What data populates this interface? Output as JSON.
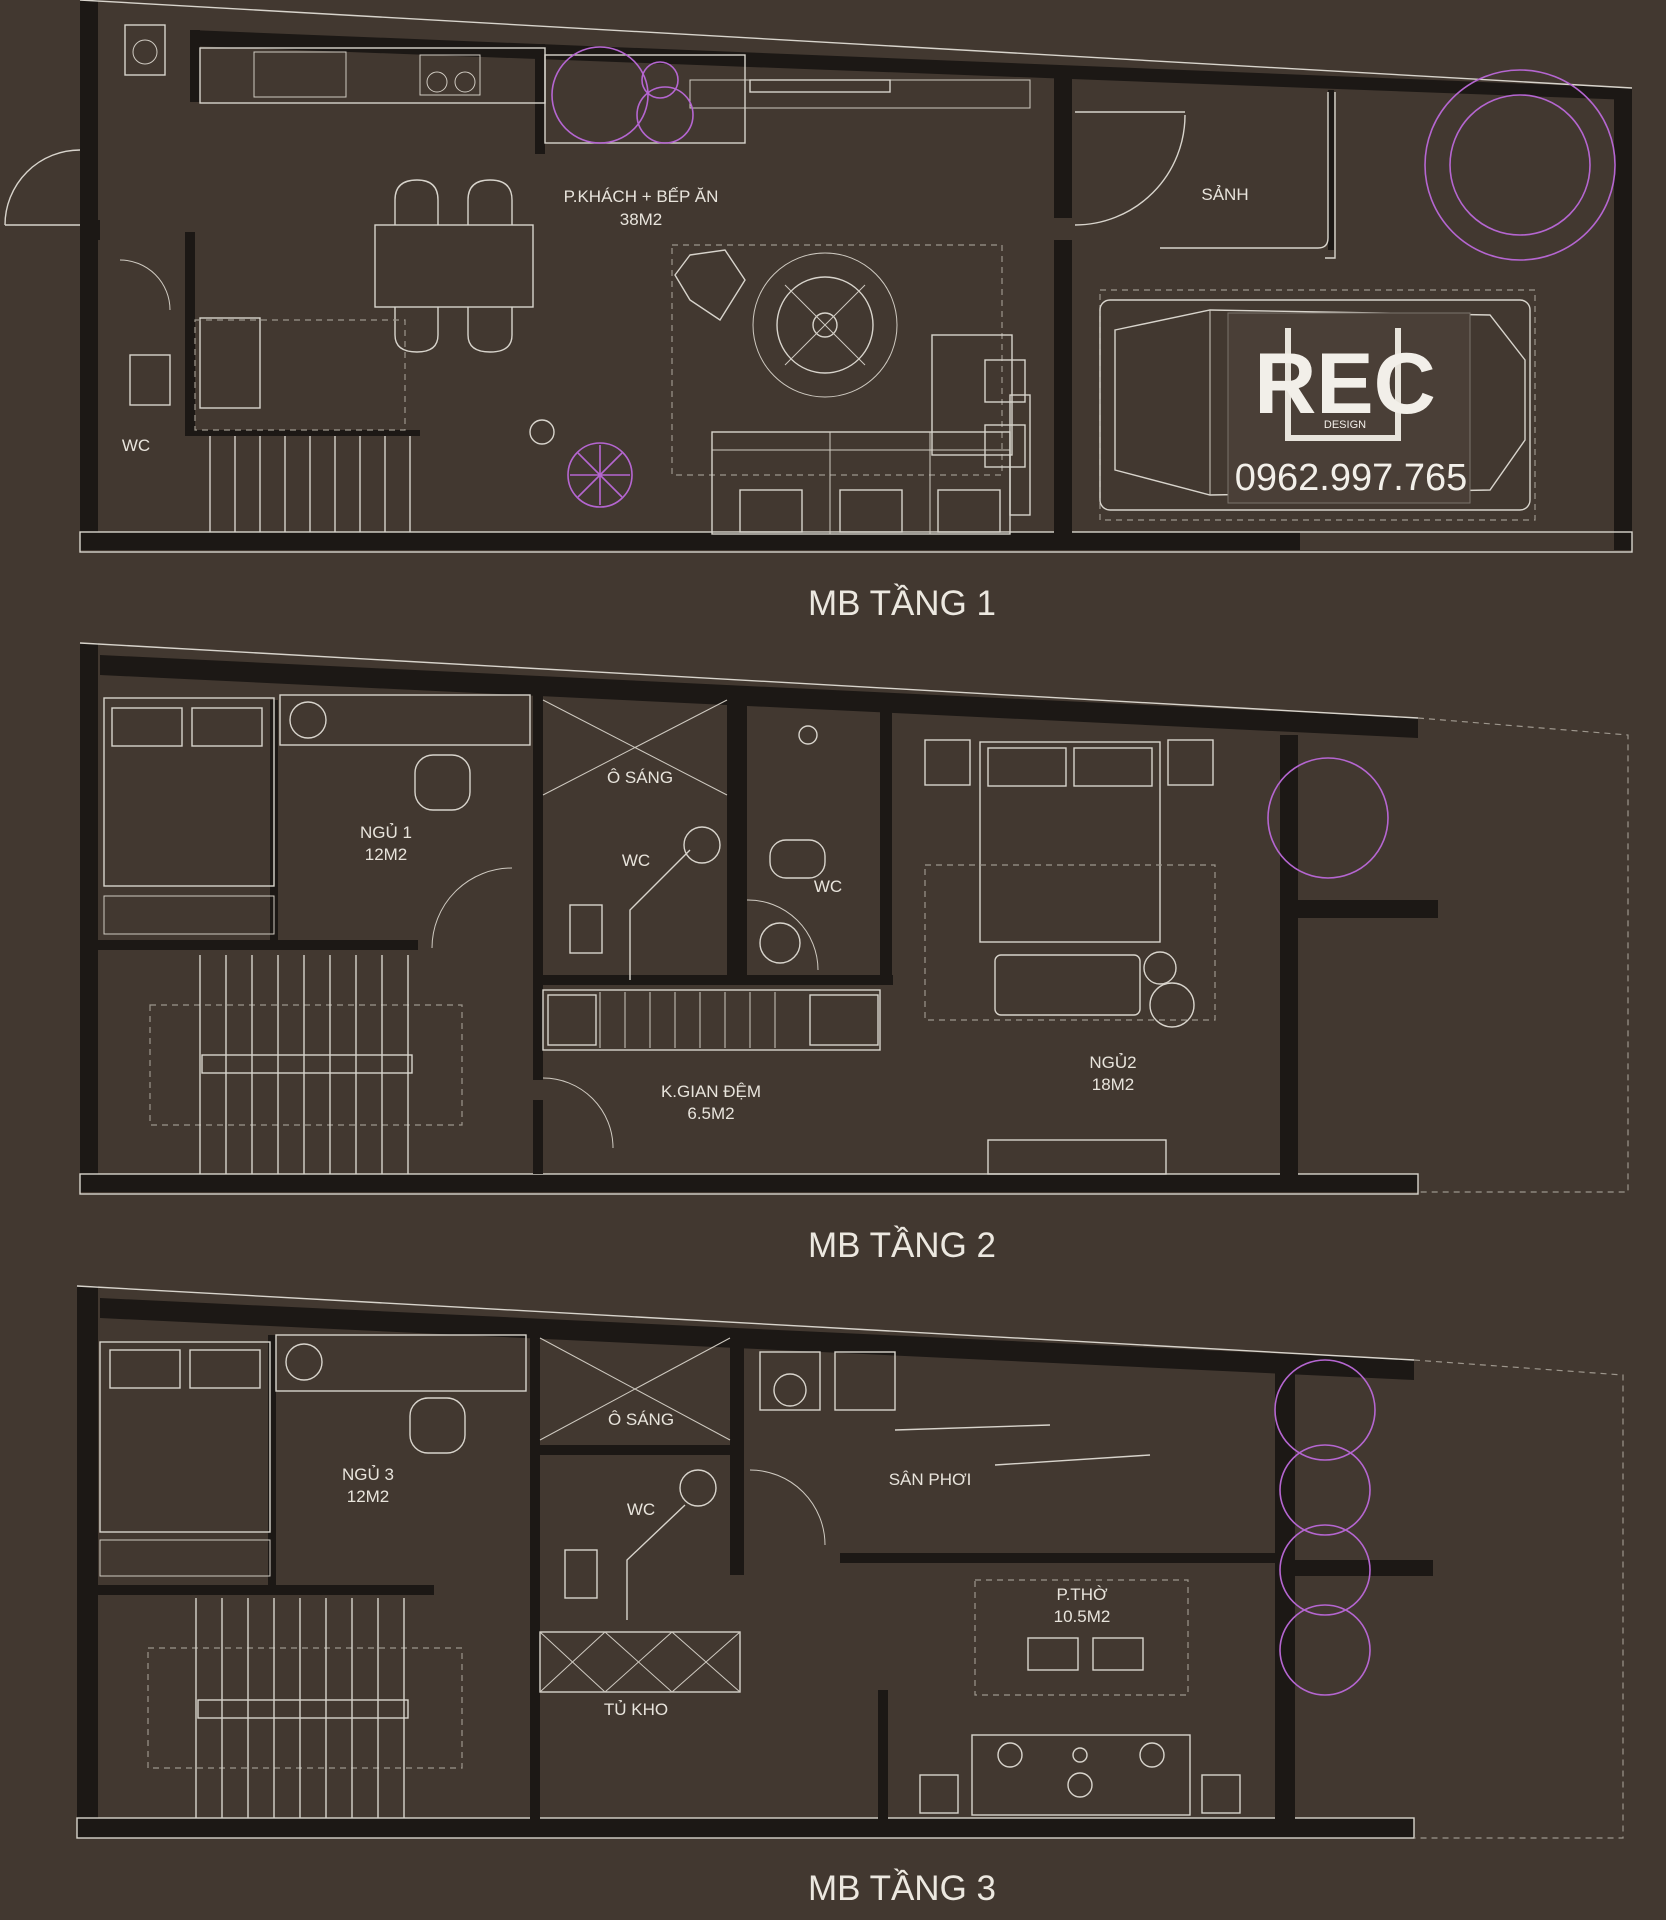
{
  "floors": [
    {
      "title": "MB TẦNG 1",
      "rooms": [
        {
          "name": "P.KHÁCH + BẾP ĂN",
          "area": "38M2"
        },
        {
          "name": "SẢNH",
          "area": ""
        },
        {
          "name": "WC",
          "area": ""
        }
      ]
    },
    {
      "title": "MB TẦNG 2",
      "rooms": [
        {
          "name": "NGỦ 1",
          "area": "12M2"
        },
        {
          "name": "Ô SÁNG",
          "area": ""
        },
        {
          "name": "WC",
          "area": ""
        },
        {
          "name": "WC",
          "area": ""
        },
        {
          "name": "K.GIAN ĐỆM",
          "area": "6.5M2"
        },
        {
          "name": "NGỦ2",
          "area": "18M2"
        }
      ]
    },
    {
      "title": "MB TẦNG 3",
      "rooms": [
        {
          "name": "NGỦ 3",
          "area": "12M2"
        },
        {
          "name": "Ô SÁNG",
          "area": ""
        },
        {
          "name": "WC",
          "area": ""
        },
        {
          "name": "TỦ KHO",
          "area": ""
        },
        {
          "name": "SÂN PHƠI",
          "area": ""
        },
        {
          "name": "P.THỜ",
          "area": "10.5M2"
        }
      ]
    }
  ],
  "logo": {
    "brand": "REC",
    "tagline": "DESIGN",
    "phone": "0962.997.765"
  },
  "colors": {
    "background": "#423830",
    "wall": "#1c1815",
    "line": "#d8d4cc",
    "plant": "#b566d1"
  }
}
